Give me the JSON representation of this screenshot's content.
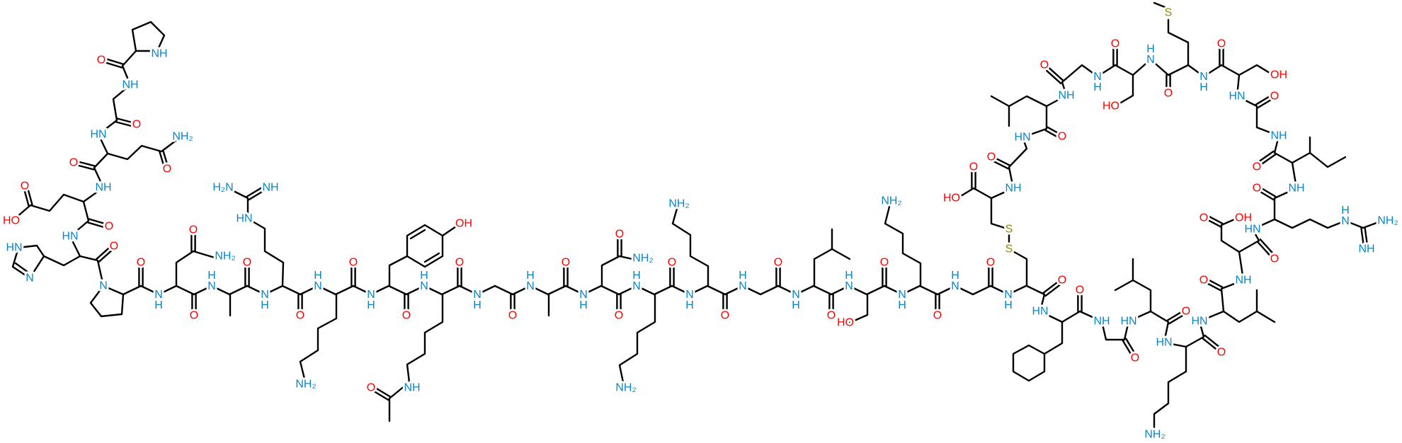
{
  "colors": {
    "oxygen": "#ff0000",
    "nitrogen": "#0a84c9",
    "sulfur": "#8f8a00",
    "bond": "#000000"
  },
  "backbone_nh_labels": [
    "NH",
    "NH",
    "NH",
    "NH",
    "NH",
    "NH",
    "NH",
    "NH",
    "NH",
    "NH",
    "NH",
    "NH",
    "NH",
    "NH",
    "NH",
    "NH",
    "NH"
  ],
  "backbone_o_labels": [
    "O",
    "O",
    "O",
    "O",
    "O",
    "O",
    "O",
    "O",
    "O",
    "O",
    "O",
    "O",
    "O",
    "O",
    "O",
    "O",
    "O"
  ],
  "atom_labels": [
    "NH",
    "O",
    "NH",
    "O",
    "HN",
    "NH₂",
    "O",
    "O",
    "NH",
    "O",
    "HO",
    "O",
    "HN",
    "HN",
    "N",
    "O",
    "N",
    "O",
    "NH₂",
    "HN",
    "H₂N",
    "NH",
    "NH₂",
    "OH",
    "NH",
    "O",
    "O",
    "NH₂",
    "NH₂",
    "NH₂",
    "HO",
    "NH₂",
    "S",
    "S",
    "HO",
    "O",
    "NH",
    "O",
    "HN",
    "O",
    "NH",
    "O",
    "NH",
    "O",
    "HO",
    "NH",
    "O",
    "S",
    "NH",
    "O",
    "OH",
    "HN",
    "O",
    "NH",
    "O",
    "NH",
    "O",
    "HN",
    "NH",
    "NH₂",
    "NH",
    "O",
    "OH",
    "O",
    "NH",
    "O",
    "HN",
    "O",
    "NH₂",
    "HN",
    "O",
    "HN",
    "O",
    "NH",
    "O",
    "HN",
    "O"
  ]
}
